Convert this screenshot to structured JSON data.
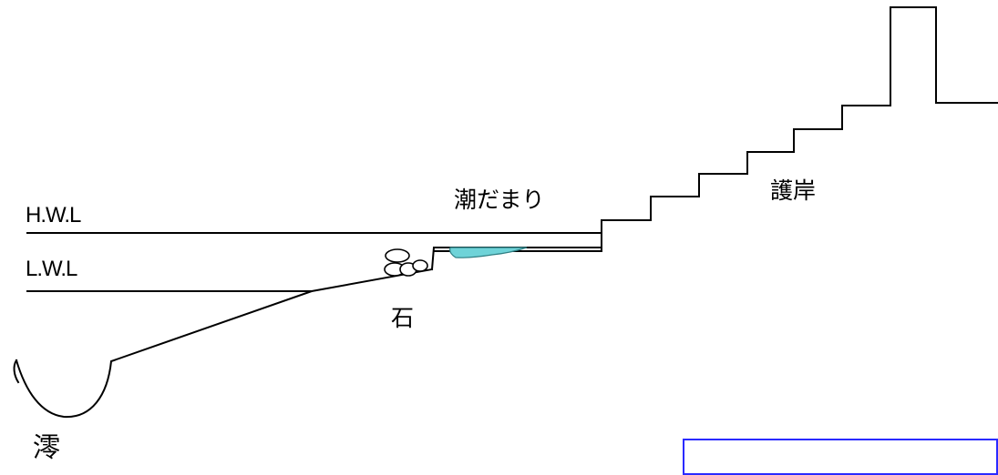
{
  "labels": {
    "hwl": "H.W.L",
    "lwl": "L.W.L",
    "tidepool": "潮だまり",
    "seawall": "護岸",
    "stone": "石",
    "channel": "澪"
  },
  "colors": {
    "line": "#000000",
    "water": "#6fd3d8",
    "frame": "#2a2aff",
    "background": "#ffffff"
  }
}
